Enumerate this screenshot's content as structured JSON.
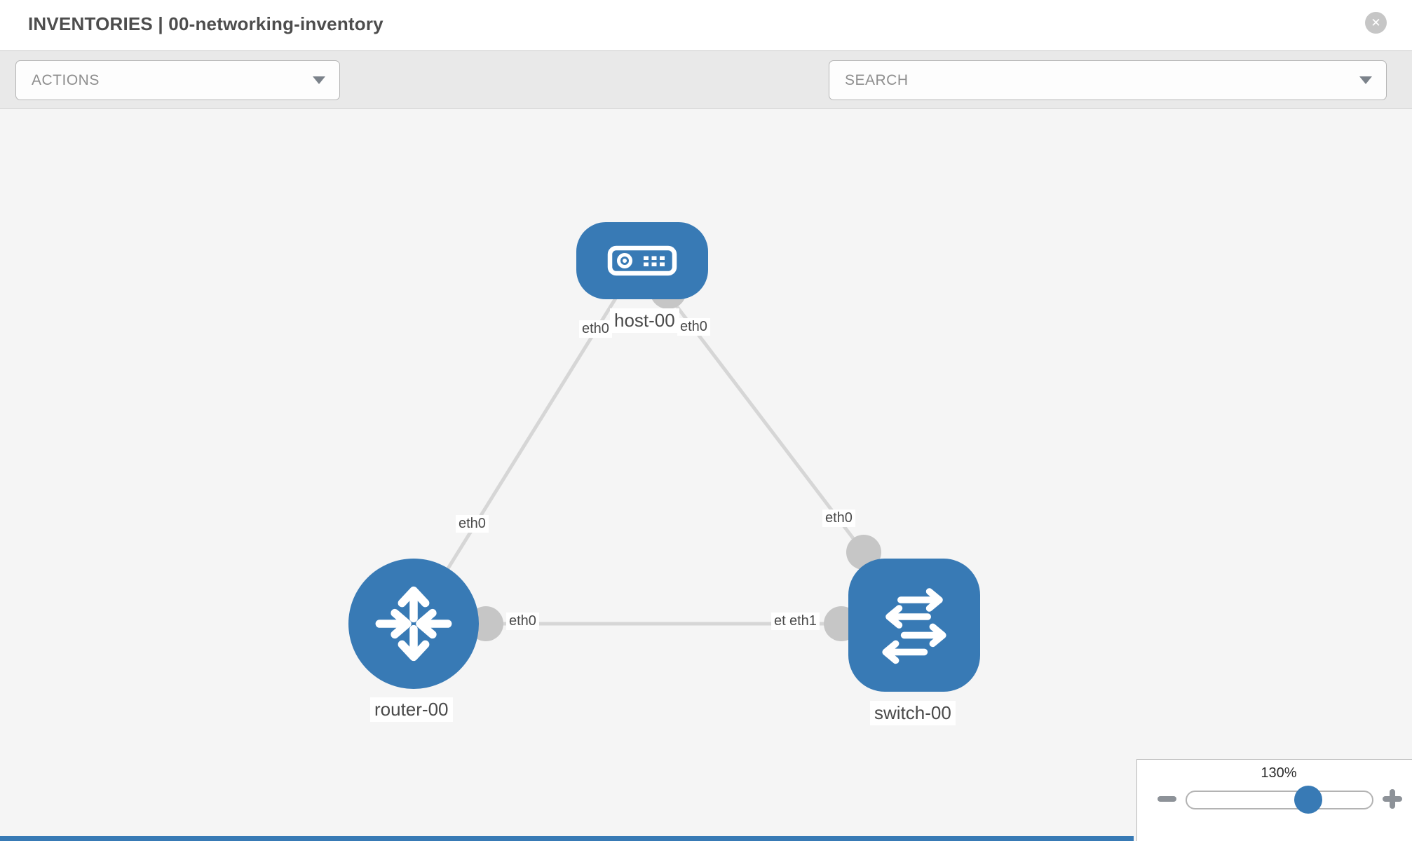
{
  "header": {
    "title": "INVENTORIES | 00-networking-inventory"
  },
  "icons": {
    "close": "✕"
  },
  "toolbar": {
    "actions_label": "ACTIONS",
    "search_placeholder": "SEARCH"
  },
  "topology": {
    "nodes": [
      {
        "label": "host-00",
        "type": "host"
      },
      {
        "label": "router-00",
        "type": "router"
      },
      {
        "label": "switch-00",
        "type": "switch"
      }
    ],
    "links": [
      {
        "from": "router-00",
        "to": "host-00",
        "from_iface": "eth0",
        "to_iface": "eth0"
      },
      {
        "from": "host-00",
        "to": "switch-00",
        "from_iface": "eth0",
        "to_iface": "eth0"
      },
      {
        "from": "router-00",
        "to": "switch-00",
        "from_iface": "eth0",
        "to_iface": "eth1"
      }
    ],
    "iface_labels": {
      "host_left": "eth0",
      "host_right": "eth0",
      "router_uplink": "eth0",
      "switch_uplink": "eth0",
      "router_right": "eth0",
      "switch_left_back": "eth1",
      "switch_left_front": "eth1"
    }
  },
  "zoom_control": {
    "level": "130%"
  },
  "colors": {
    "node_blue": "#387ab5",
    "link_gray": "#d6d6d6",
    "dot_gray": "#c6c6c6",
    "canvas_bg": "#f5f5f5",
    "toolbar_bg": "#e9e9e9"
  }
}
